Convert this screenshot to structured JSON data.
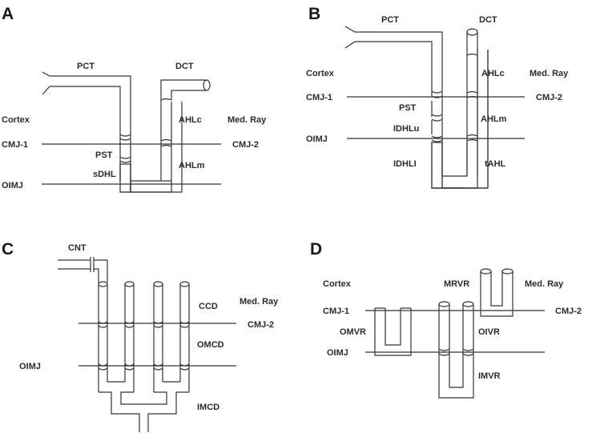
{
  "panels": {
    "A": {
      "letter": "A",
      "labels": {
        "pct": "PCT",
        "dct": "DCT",
        "cortex": "Cortex",
        "ahlc": "AHLc",
        "med_ray": "Med. Ray",
        "cmj1": "CMJ-1",
        "cmj2": "CMJ-2",
        "pst": "PST",
        "ahlm": "AHLm",
        "oimj": "OIMJ",
        "sdhl": "sDHL"
      }
    },
    "B": {
      "letter": "B",
      "labels": {
        "pct": "PCT",
        "dct": "DCT",
        "cortex": "Cortex",
        "ahlc": "AHLc",
        "med_ray": "Med. Ray",
        "cmj1": "CMJ-1",
        "cmj2": "CMJ-2",
        "pst": "PST",
        "ahlm": "AHLm",
        "idhlu": "IDHLu",
        "oimj": "OIMJ",
        "idhli": "IDHLI",
        "tahl": "tAHL"
      }
    },
    "C": {
      "letter": "C",
      "labels": {
        "cnt": "CNT",
        "ccd": "CCD",
        "med_ray": "Med. Ray",
        "cmj2": "CMJ-2",
        "omcd": "OMCD",
        "oimj": "OIMJ",
        "imcd": "IMCD"
      }
    },
    "D": {
      "letter": "D",
      "labels": {
        "cortex": "Cortex",
        "mrvr": "MRVR",
        "med_ray": "Med. Ray",
        "cmj1": "CMJ-1",
        "cmj2": "CMJ-2",
        "omvr": "OMVR",
        "oivr": "OIVR",
        "oimj": "OIMJ",
        "imvr": "IMVR"
      }
    }
  }
}
